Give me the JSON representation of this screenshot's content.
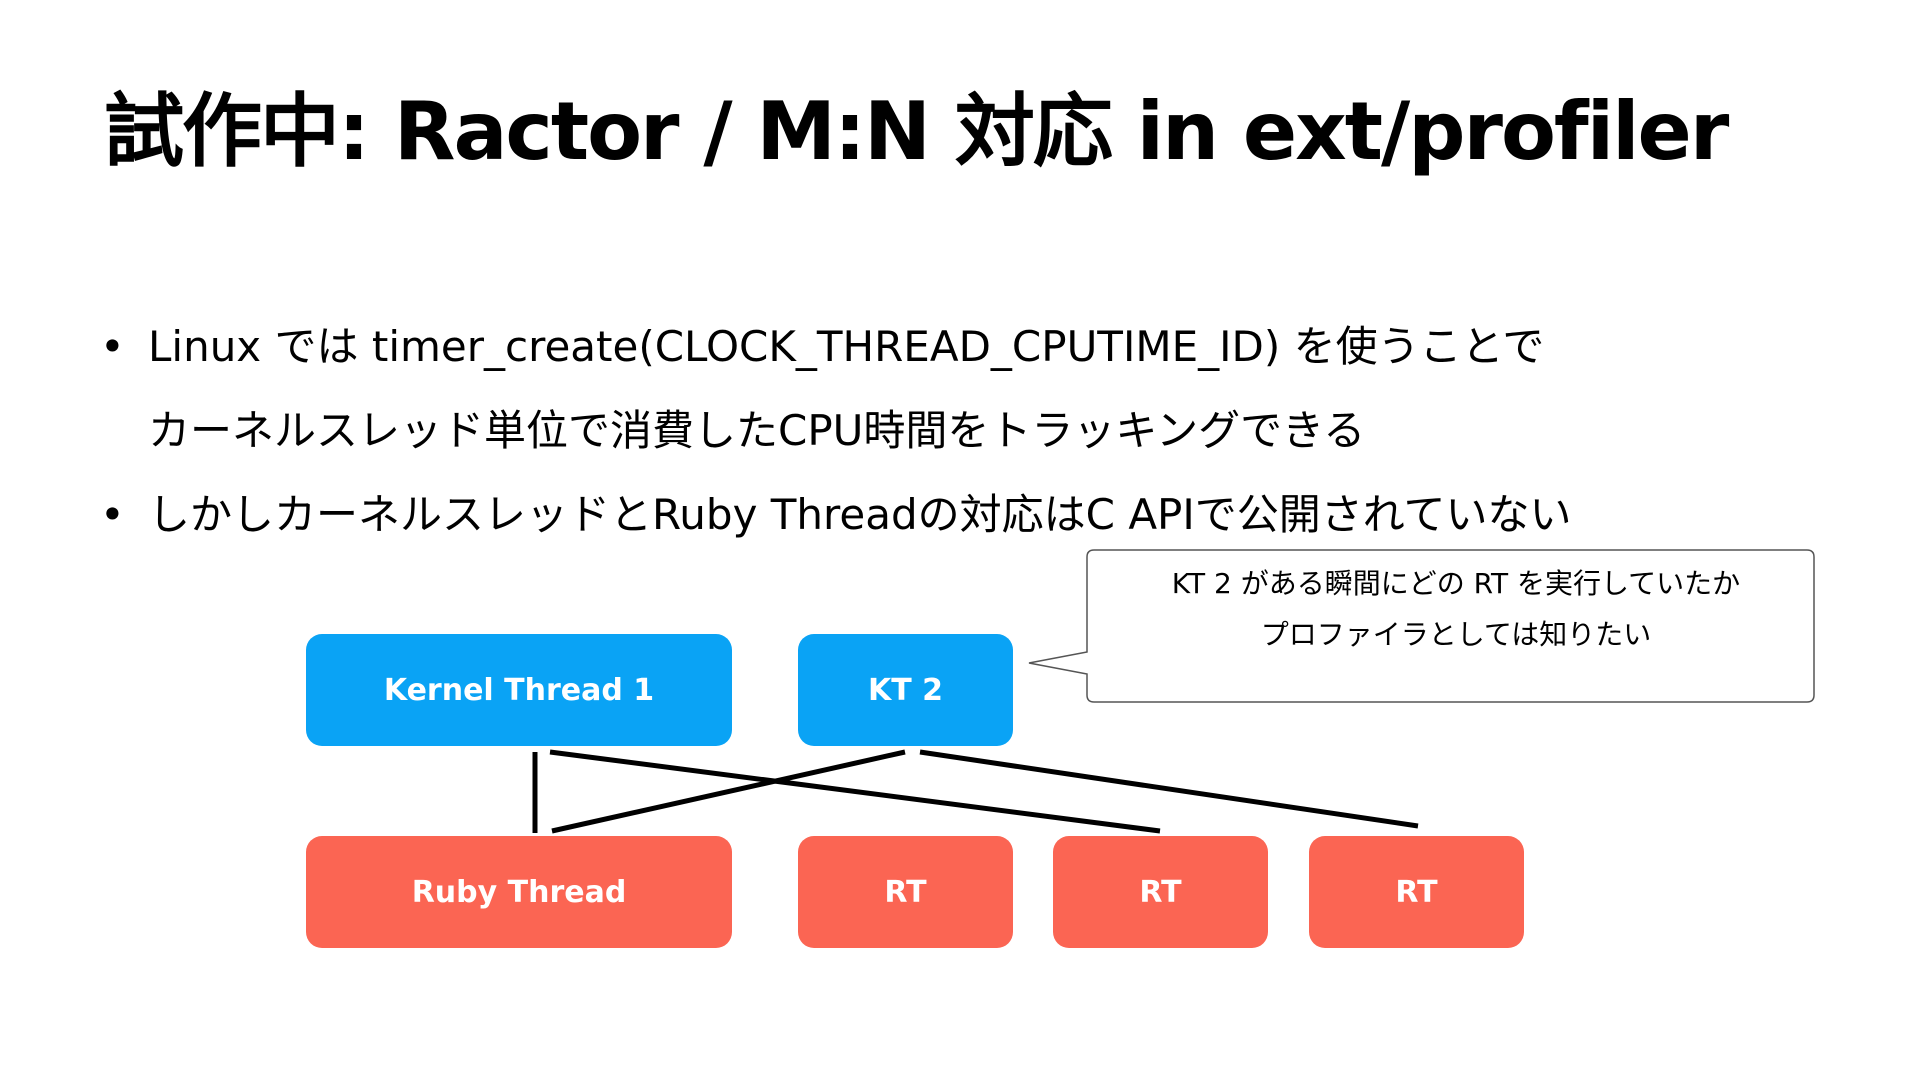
{
  "title": "試作中: Ractor / M:N 対応 in ext/profiler",
  "bullets": [
    {
      "marker": "•",
      "lines": [
        "Linux では timer_create(CLOCK_THREAD_CPUTIME_ID) を使うことで",
        "カーネルスレッド単位で消費したCPU時間をトラッキングできる"
      ]
    },
    {
      "marker": "•",
      "lines": [
        "しかしカーネルスレッドとRuby Threadの対応はC APIで公開されていない"
      ]
    }
  ],
  "diagram": {
    "kernel_threads": [
      "Kernel Thread 1",
      "KT 2"
    ],
    "ruby_threads": [
      "Ruby Thread",
      "RT",
      "RT",
      "RT"
    ],
    "callout": [
      "KT 2 がある瞬間にどの RT を実行していたか",
      "プロファイラとしては知りたい"
    ],
    "colors": {
      "kernel_thread": "#0aa3f5",
      "ruby_thread": "#fb6553",
      "edge": "#000000",
      "callout_border": "#555555"
    }
  }
}
